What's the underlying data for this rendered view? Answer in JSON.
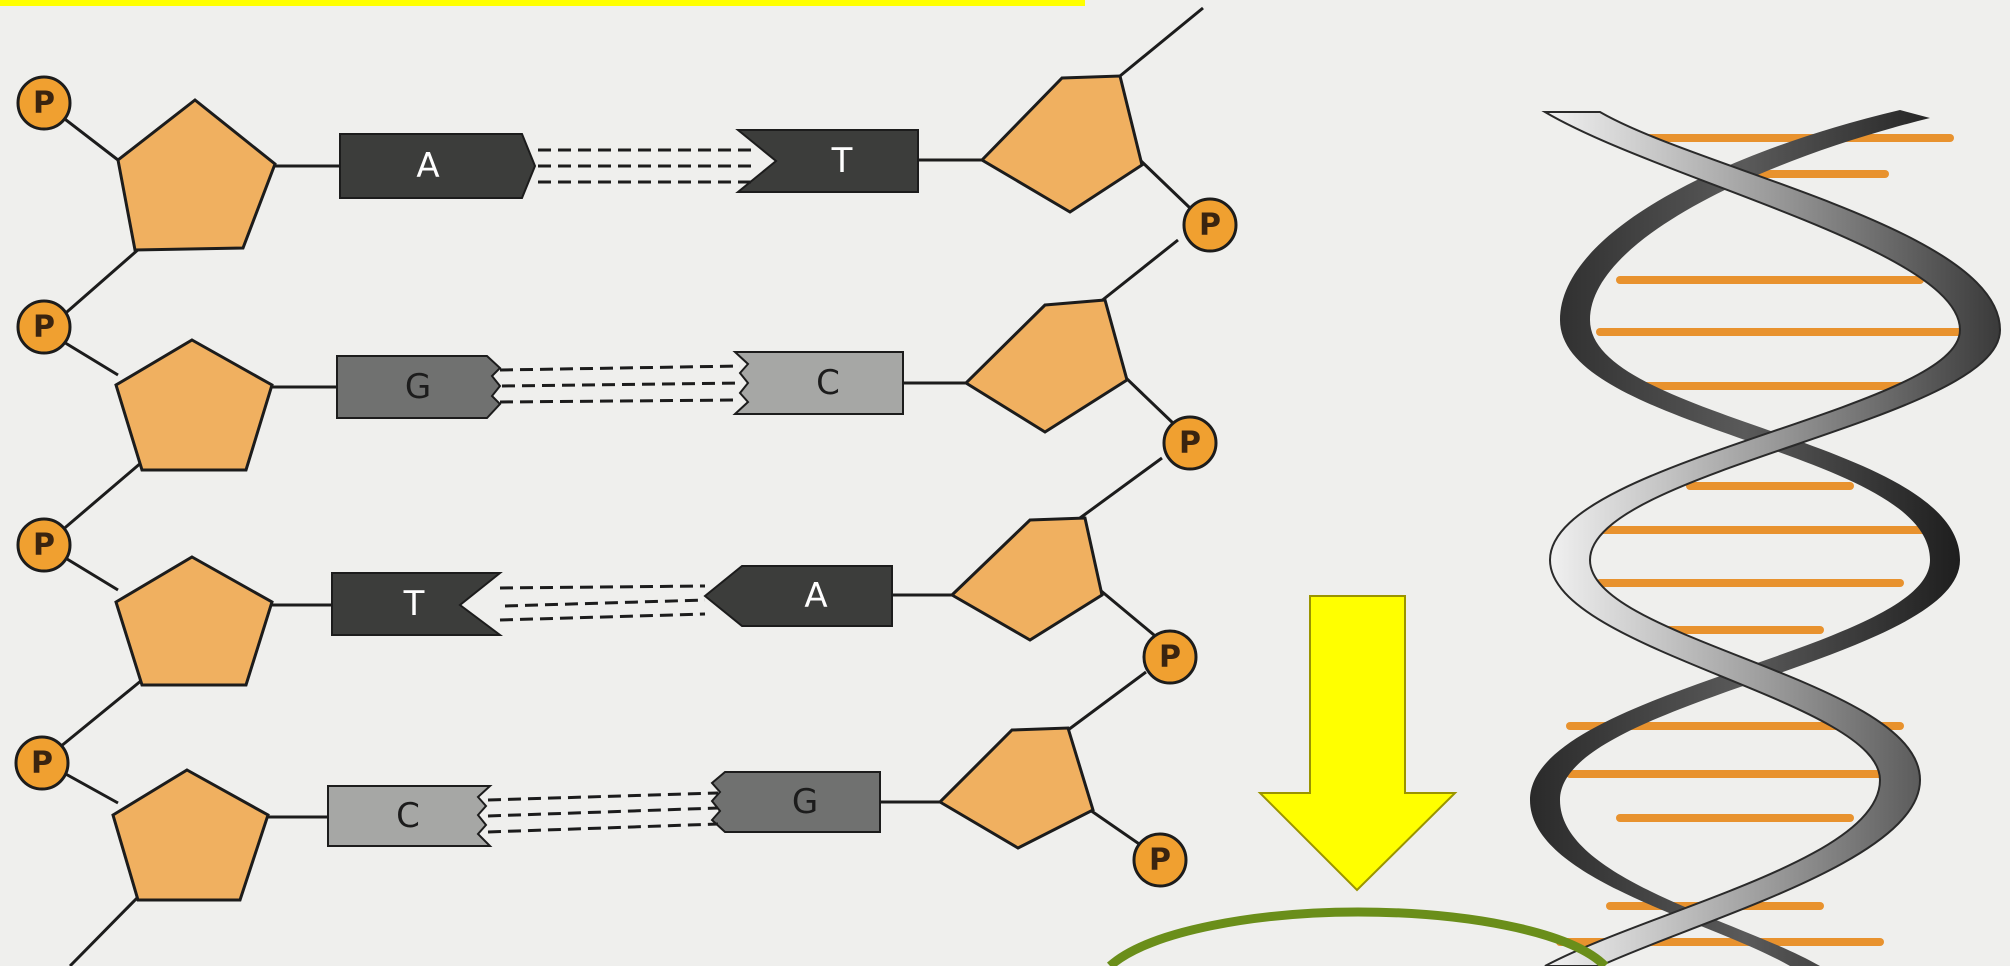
{
  "phosphate_label": "P",
  "base_pairs": [
    {
      "left": "A",
      "right": "T"
    },
    {
      "left": "G",
      "right": "C"
    },
    {
      "left": "T",
      "right": "A"
    },
    {
      "left": "C",
      "right": "G"
    }
  ],
  "colors": {
    "sugar": "#f0b060",
    "phosphate": "#f0a030",
    "base_dark": "#3c3d3b",
    "base_mid": "#707170",
    "base_light": "#a6a7a5",
    "rung": "#e8922e",
    "arrow": "#ffff00",
    "ring": "#6a8e1a",
    "highlight": "#ffff00"
  }
}
